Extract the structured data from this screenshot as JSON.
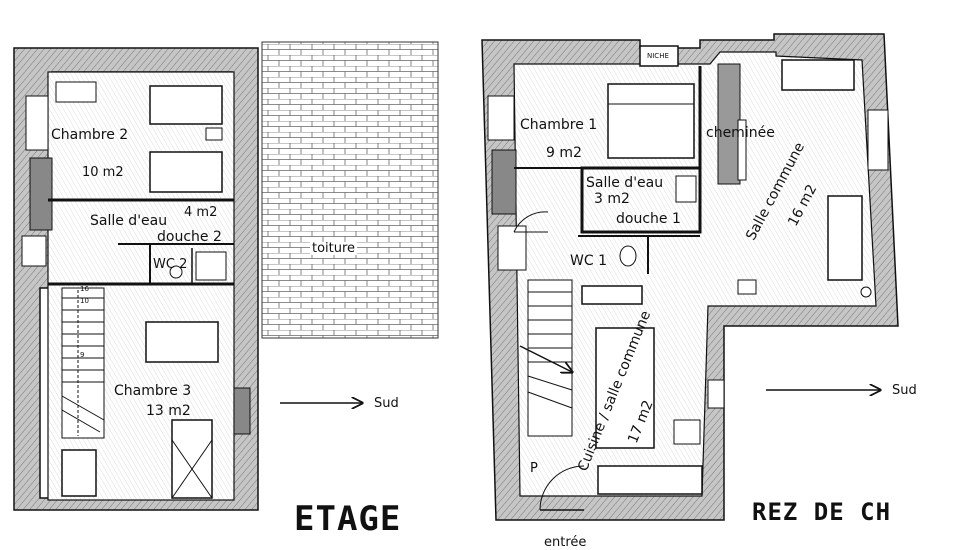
{
  "upper_floor": {
    "title": "ETAGE",
    "rooms": [
      {
        "name": "Chambre 2",
        "area": "10 m2"
      },
      {
        "name": "Salle d'eau",
        "area": "4 m2",
        "extra": "douche 2"
      },
      {
        "name": "WC 2"
      },
      {
        "name": "Chambre 3",
        "area": "13 m2"
      }
    ],
    "roof_label": "toiture",
    "orientation_label": "Sud",
    "stair_numbers": [
      "16",
      "10",
      "9"
    ]
  },
  "ground_floor": {
    "title": "REZ DE CH",
    "rooms": [
      {
        "name": "Chambre 1",
        "area": "9 m2"
      },
      {
        "name": "Salle d'eau",
        "area": "3 m2",
        "extra": "douche 1"
      },
      {
        "name": "WC 1"
      },
      {
        "name": "Salle commune",
        "area": "16 m2"
      },
      {
        "name": "Cuisine / salle commune",
        "area": "17 m2"
      }
    ],
    "fireplace_label": "cheminée",
    "niche_label": "NICHE",
    "entrance_label": "entrée",
    "parking_label": "P",
    "orientation_label": "Sud"
  },
  "colors": {
    "ink": "#111111",
    "wall_fill": "#bdbdbd"
  }
}
